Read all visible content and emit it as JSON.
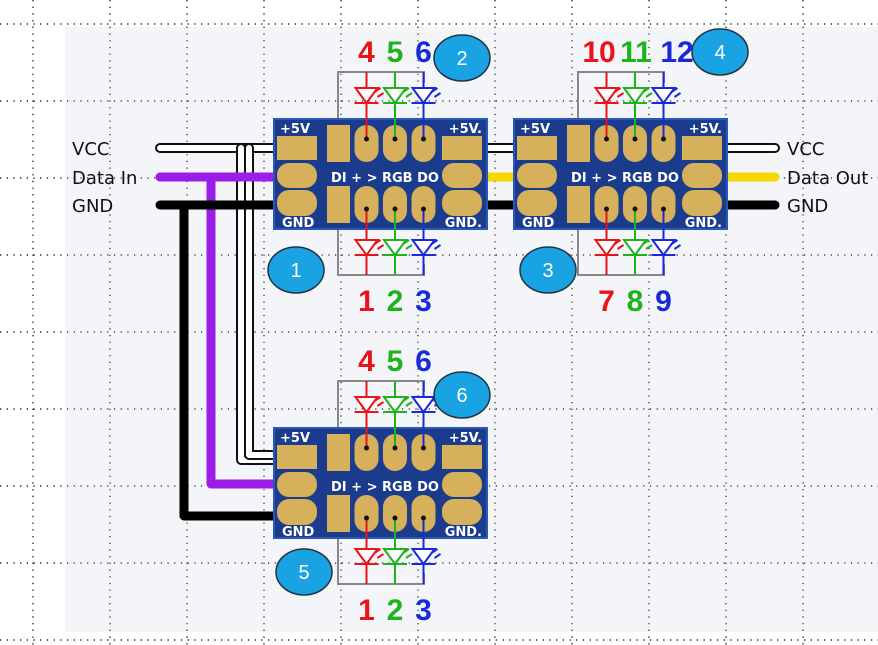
{
  "signals_left": [
    "VCC",
    "Data In",
    "GND"
  ],
  "signals_right": [
    "VCC",
    "Data Out",
    "GND"
  ],
  "board_text": {
    "vcc_left": "+5V",
    "vcc_right": "+5V.",
    "center": "DI + > RGB DO",
    "gnd_left": "GND",
    "gnd_right": "GND."
  },
  "boards": [
    {
      "top_numbers": [
        "4",
        "5",
        "6"
      ],
      "bottom_numbers": [
        "1",
        "2",
        "3"
      ],
      "top_badge": "2",
      "bottom_badge": "1"
    },
    {
      "top_numbers": [
        "10",
        "11",
        "12"
      ],
      "bottom_numbers": [
        "7",
        "8",
        "9"
      ],
      "top_badge": "4",
      "bottom_badge": "3"
    },
    {
      "top_numbers": [
        "4",
        "5",
        "6"
      ],
      "bottom_numbers": [
        "1",
        "2",
        "3"
      ],
      "top_badge": "6",
      "bottom_badge": "5"
    }
  ],
  "colors": {
    "red": "#e8141a",
    "green": "#1db31d",
    "blue": "#1a2bd6",
    "board": "#1b3c8c",
    "pad": "#d6b05a",
    "badge": "#1aa3e2",
    "data_in": "#9b1ee8",
    "data_out": "#f5d800",
    "panel": "#f4f5f9"
  }
}
